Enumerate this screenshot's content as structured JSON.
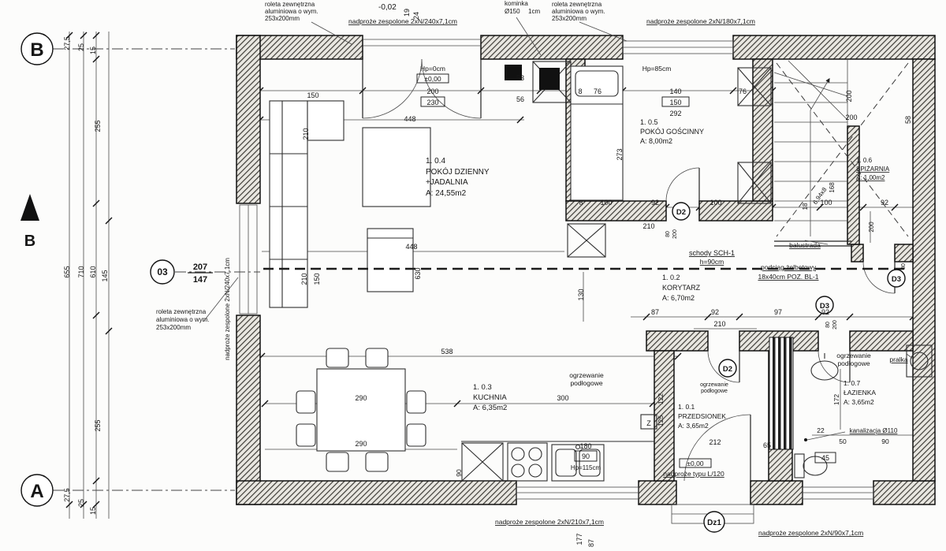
{
  "colors": {
    "ink": "#1b1b1b",
    "line": "#2a2a2a",
    "bg": "#fcfcfb"
  },
  "markers": {
    "grid_b": "B",
    "grid_a": "A",
    "section_b": "B",
    "axis": "03",
    "d2": "D2",
    "d3": "D3",
    "dz1": "Dz1"
  },
  "rooms": [
    {
      "id": "1. 0.4",
      "name": "POKÓJ DZIENNY",
      "name2": "+JADALNIA",
      "area": "A: 24,55m2"
    },
    {
      "id": "1. 0.5",
      "name": "POKÓJ GOŚCINNY",
      "area": "A: 8,00m2"
    },
    {
      "id": "1. 0.6",
      "name": "SPIŻARNIA",
      "area": "A: 1,00m2"
    },
    {
      "id": "1. 0.2",
      "name": "KORYTARZ",
      "area": "A: 6,70m2"
    },
    {
      "id": "1. 0.3",
      "name": "KUCHNIA",
      "area": "A: 6,35m2"
    },
    {
      "id": "1. 0.1",
      "name": "PRZEDSIONEK",
      "area": "A: 3,65m2"
    },
    {
      "id": "1. 0.7",
      "name": "ŁAZIENKA",
      "area": "A: 3,65m2"
    }
  ],
  "notes": {
    "roleta1": "roleta zewnętrzna",
    "roleta2": "aluminiowa o wym.",
    "roleta3": "253x200mm",
    "nadproze240": "nadproże zespolone 2xN/240x7,1cm",
    "nadproze180": "nadproże zespolone 2xN/180x7,1cm",
    "nadproze210": "nadproże zespolone 2xN/210x7,1cm",
    "nadproze90": "nadproże zespolone 2xN/90x7,1cm",
    "nadprozeL": "nadproże typu L/120",
    "komin1": "kominka",
    "komin2": "Ø150",
    "komin3": "1cm",
    "hp0": "Hp=0cm",
    "pm0": "±0,00",
    "hp85": "Hp=85cm",
    "hp115": "Hp=115cm",
    "schody": "schody SCH-1",
    "h90": "h=90cm",
    "balustrada": "balustrada",
    "podciag1": "podciąg żelbetowy",
    "podciag2": "18x40cm POZ. BL-1",
    "ogrz1": "ogrzewanie",
    "ogrz2": "podłogowe",
    "pralka": "pralka",
    "kanalizacja": "kanalizacja Ø110",
    "z": "Z"
  },
  "dims": {
    "l0": "27,5",
    "l1": "25",
    "l2": "15",
    "l3": "255",
    "l4": "655",
    "l5": "710",
    "l6": "610",
    "l7": "145",
    "l8": "255",
    "l9": "27,5",
    "l10": "25",
    "l11": "15",
    "ax_top": "207",
    "ax_bot": "147",
    "t_m002": "-0,02",
    "t_19": "19",
    "t_24": "24",
    "t_150": "150",
    "t_210": "210",
    "t_448": "448",
    "t_200": "200",
    "t_230": "230",
    "t_53": "53",
    "t_56": "56",
    "t_8": "8",
    "t_76": "76",
    "t_140": "140",
    "t_150b": "150",
    "t_292": "292",
    "t_76b": "76",
    "t_200b": "200",
    "t_200c": "200",
    "t_58": "58",
    "m_273": "273",
    "m_8": "8",
    "m_100": "100",
    "m_92": "92",
    "m_210": "210",
    "m_100b": "100",
    "m_100c": "100",
    "m_92b": "92",
    "m_200": "200",
    "m_130": "130",
    "s_18": "18",
    "s_694": "6,94x8",
    "s_168": "168",
    "lm_210": "210",
    "lm_150": "150",
    "lm_448": "448",
    "lm_630": "630",
    "lm_538": "538",
    "c_87": "87",
    "c_92": "92",
    "c_97": "97",
    "c_92b": "92",
    "c_210": "210",
    "d_80": "80",
    "d_200": "200",
    "k_290": "290",
    "k_290b": "290",
    "k_300": "300",
    "k_122": "122",
    "k_125": "125",
    "k_212": "212",
    "k_65": "65",
    "k_180": "180",
    "k_90": "90",
    "k_90b": "90",
    "b_172": "172",
    "b_22": "22",
    "b_50": "50",
    "b_90": "90",
    "b_45": "45",
    "bt_177": "177",
    "bt_87": "87"
  }
}
